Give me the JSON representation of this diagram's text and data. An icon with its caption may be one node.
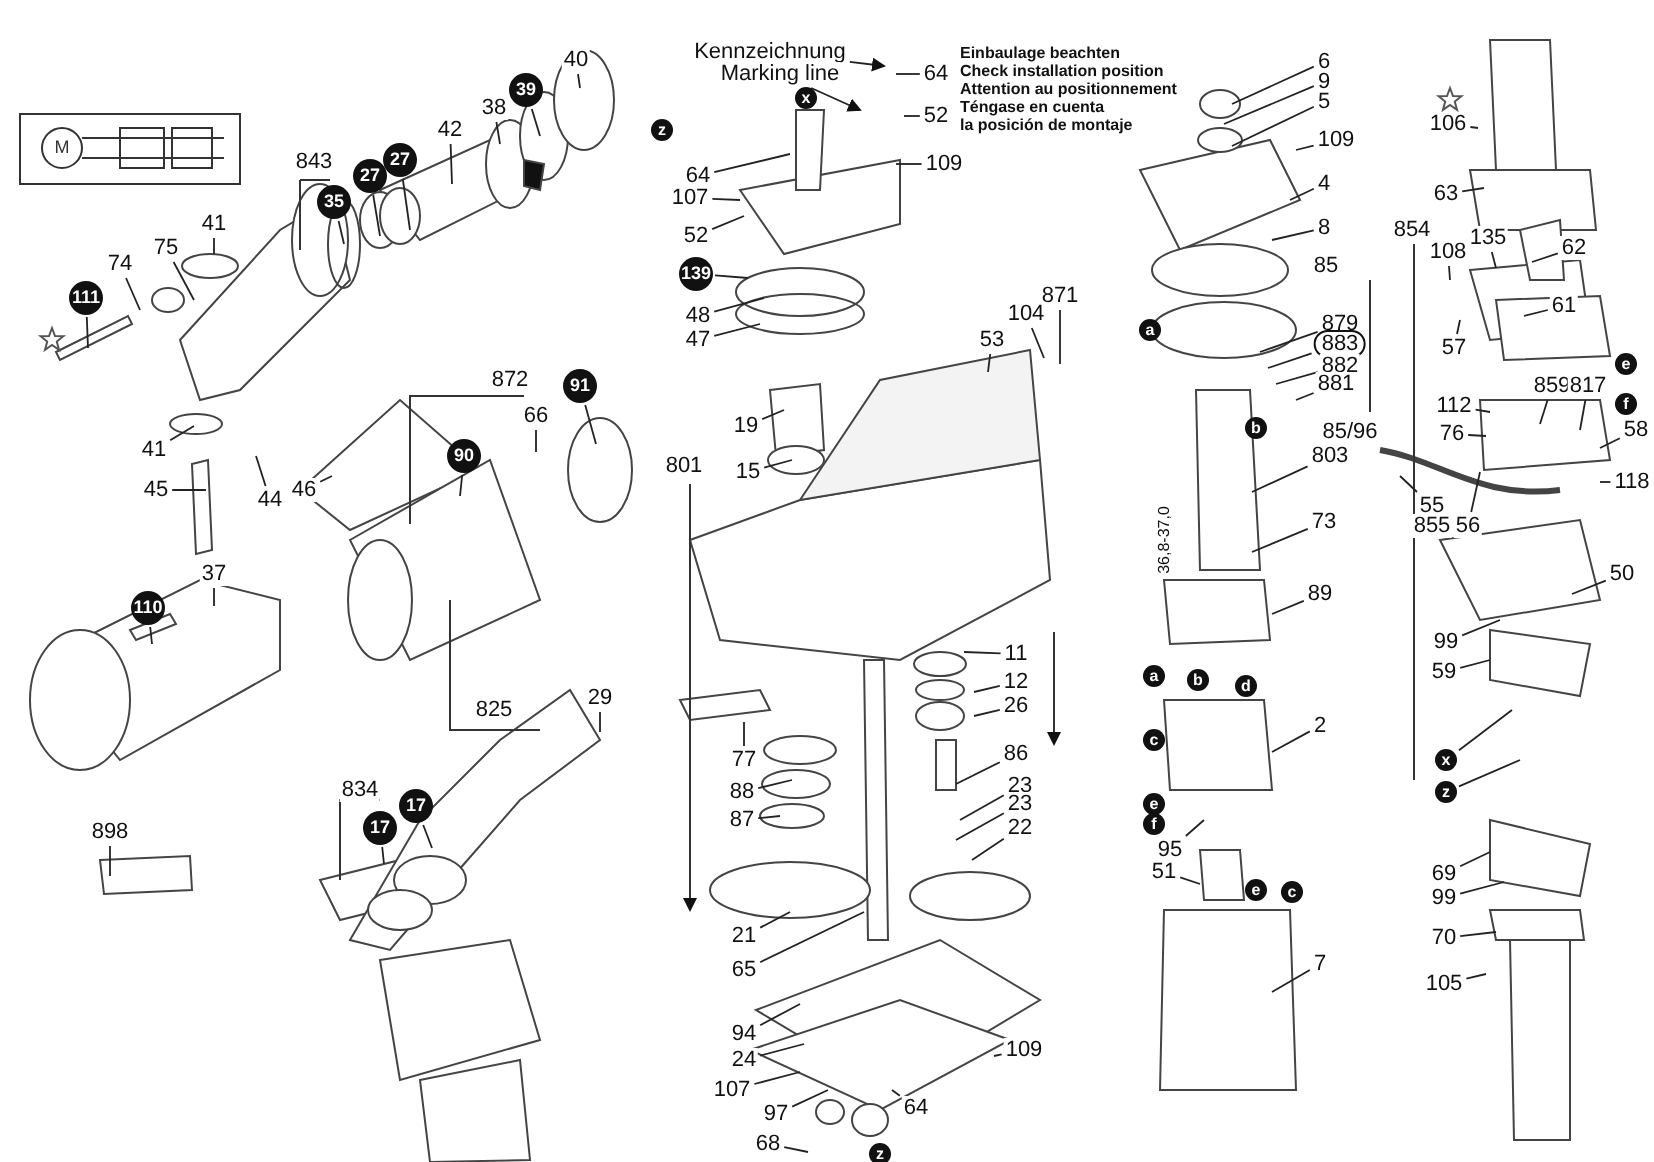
{
  "diagram": {
    "nodes": [
      {
        "text": [
          "843"
        ]
      },
      {
        "text": [
          "35"
        ]
      },
      {
        "text": [
          "27"
        ]
      },
      {
        "text": [
          "27"
        ]
      },
      {
        "text": [
          "42"
        ]
      },
      {
        "text": [
          "38"
        ]
      },
      {
        "text": [
          "39"
        ]
      },
      {
        "text": [
          "40"
        ]
      },
      {
        "text": [
          "z"
        ]
      },
      {
        "text": [
          "41"
        ]
      },
      {
        "text": [
          "74"
        ]
      },
      {
        "text": [
          "75"
        ]
      },
      {
        "text": [
          "111"
        ]
      },
      {
        "text": [
          "41"
        ]
      },
      {
        "text": [
          "45"
        ]
      },
      {
        "text": [
          "44"
        ]
      },
      {
        "text": [
          "46"
        ]
      },
      {
        "text": [
          "872"
        ]
      },
      {
        "text": [
          "66"
        ]
      },
      {
        "text": [
          "90"
        ]
      },
      {
        "text": [
          "91"
        ]
      },
      {
        "text": [
          "37"
        ]
      },
      {
        "text": [
          "64"
        ]
      },
      {
        "text": [
          "52"
        ]
      },
      {
        "text": [
          "x"
        ]
      },
      {
        "text": [
          "64"
        ]
      },
      {
        "text": [
          "107"
        ]
      },
      {
        "text": [
          "109"
        ]
      },
      {
        "text": [
          "52"
        ]
      },
      {
        "text": [
          "139"
        ]
      },
      {
        "text": [
          "48"
        ]
      },
      {
        "text": [
          "47"
        ]
      },
      {
        "text": [
          "871"
        ]
      },
      {
        "text": [
          "104"
        ]
      },
      {
        "text": [
          "53"
        ]
      },
      {
        "text": [
          "19"
        ]
      },
      {
        "text": [
          "15"
        ]
      },
      {
        "text": [
          "801"
        ]
      },
      {
        "text": [
          "6"
        ]
      },
      {
        "text": [
          "9"
        ]
      },
      {
        "text": [
          "5"
        ]
      },
      {
        "text": [
          "109"
        ]
      },
      {
        "text": [
          "4"
        ]
      },
      {
        "text": [
          "8"
        ]
      },
      {
        "text": [
          "85"
        ]
      },
      {
        "text": [
          "879"
        ]
      },
      {
        "text": [
          "883"
        ]
      },
      {
        "text": [
          "882"
        ]
      },
      {
        "text": [
          "881"
        ]
      },
      {
        "text": [
          "85/96"
        ]
      },
      {
        "text": [
          "803"
        ]
      },
      {
        "text": [
          "73"
        ]
      },
      {
        "text": [
          "89"
        ]
      },
      {
        "text": [
          "a"
        ]
      },
      {
        "text": [
          "b"
        ]
      },
      {
        "text": [
          "106"
        ]
      },
      {
        "text": [
          "63"
        ]
      },
      {
        "text": [
          "854"
        ]
      },
      {
        "text": [
          "108"
        ]
      },
      {
        "text": [
          "135"
        ]
      },
      {
        "text": [
          "62"
        ]
      },
      {
        "text": [
          "61"
        ]
      },
      {
        "text": [
          "57"
        ]
      },
      {
        "text": [
          "112"
        ]
      },
      {
        "text": [
          "76"
        ]
      },
      {
        "text": [
          "859"
        ]
      },
      {
        "text": [
          "817"
        ]
      },
      {
        "text": [
          "e"
        ]
      },
      {
        "text": [
          "f"
        ]
      },
      {
        "text": [
          "58"
        ]
      },
      {
        "text": [
          "118"
        ]
      },
      {
        "text": [
          "55"
        ]
      },
      {
        "text": [
          "855"
        ]
      },
      {
        "text": [
          "56"
        ]
      },
      {
        "text": [
          "50"
        ]
      },
      {
        "text": [
          "110"
        ]
      },
      {
        "text": [
          "825"
        ]
      },
      {
        "text": [
          "834"
        ]
      },
      {
        "text": [
          "17"
        ]
      },
      {
        "text": [
          "17"
        ]
      },
      {
        "text": [
          "898"
        ]
      },
      {
        "text": [
          "29"
        ]
      },
      {
        "text": [
          "11"
        ]
      },
      {
        "text": [
          "12"
        ]
      },
      {
        "text": [
          "26"
        ]
      },
      {
        "text": [
          "86"
        ]
      },
      {
        "text": [
          "77"
        ]
      },
      {
        "text": [
          "88"
        ]
      },
      {
        "text": [
          "87"
        ]
      },
      {
        "text": [
          "23"
        ]
      },
      {
        "text": [
          "23"
        ]
      },
      {
        "text": [
          "22"
        ]
      },
      {
        "text": [
          "21"
        ]
      },
      {
        "text": [
          "65"
        ]
      },
      {
        "text": [
          "94"
        ]
      },
      {
        "text": [
          "24"
        ]
      },
      {
        "text": [
          "107"
        ]
      },
      {
        "text": [
          "97"
        ]
      },
      {
        "text": [
          "68"
        ]
      },
      {
        "text": [
          "64"
        ]
      },
      {
        "text": [
          "z"
        ]
      },
      {
        "text": [
          "109"
        ]
      },
      {
        "text": [
          "a"
        ]
      },
      {
        "text": [
          "b"
        ]
      },
      {
        "text": [
          "d"
        ]
      },
      {
        "text": [
          "c"
        ]
      },
      {
        "text": [
          "2"
        ]
      },
      {
        "text": [
          "e"
        ]
      },
      {
        "text": [
          "f"
        ]
      },
      {
        "text": [
          "95"
        ]
      },
      {
        "text": [
          "51"
        ]
      },
      {
        "text": [
          "e"
        ]
      },
      {
        "text": [
          "c"
        ]
      },
      {
        "text": [
          "7"
        ]
      },
      {
        "text": [
          "99"
        ]
      },
      {
        "text": [
          "59"
        ]
      },
      {
        "text": [
          "x"
        ]
      },
      {
        "text": [
          "z"
        ]
      },
      {
        "text": [
          "69"
        ]
      },
      {
        "text": [
          "99"
        ]
      },
      {
        "text": [
          "70"
        ]
      },
      {
        "text": [
          "105"
        ]
      },
      {
        "text": [
          "Kennzeichnung"
        ]
      },
      {
        "text": [
          "Marking line"
        ]
      }
    ],
    "edges": [
      {
        "from": 1,
        "to": null,
        "arrow": "none"
      },
      {
        "from": 2,
        "to": null,
        "arrow": "none"
      },
      {
        "from": 3,
        "to": null,
        "arrow": "none"
      },
      {
        "from": 4,
        "to": null,
        "arrow": "none"
      },
      {
        "from": 5,
        "to": null,
        "arrow": "none"
      },
      {
        "from": 6,
        "to": null,
        "arrow": "none"
      },
      {
        "from": 7,
        "to": null,
        "arrow": "none"
      },
      {
        "from": 9,
        "to": null,
        "arrow": "none"
      },
      {
        "from": 10,
        "to": null,
        "arrow": "none"
      },
      {
        "from": 11,
        "to": null,
        "arrow": "none"
      },
      {
        "from": 12,
        "to": null,
        "arrow": "none"
      },
      {
        "from": 13,
        "to": null,
        "arrow": "none"
      },
      {
        "from": 14,
        "to": null,
        "arrow": "none"
      },
      {
        "from": 15,
        "to": null,
        "arrow": "none"
      },
      {
        "from": 16,
        "to": null,
        "arrow": "none"
      },
      {
        "from": 18,
        "to": null,
        "arrow": "none"
      },
      {
        "from": 19,
        "to": null,
        "arrow": "none"
      },
      {
        "from": 20,
        "to": null,
        "arrow": "none"
      },
      {
        "from": 21,
        "to": null,
        "arrow": "none"
      },
      {
        "from": 22,
        "to": null,
        "arrow": "none"
      },
      {
        "from": 23,
        "to": null,
        "arrow": "none"
      },
      {
        "from": 25,
        "to": null,
        "arrow": "none"
      },
      {
        "from": 26,
        "to": null,
        "arrow": "none"
      },
      {
        "from": 27,
        "to": null,
        "arrow": "none"
      },
      {
        "from": 28,
        "to": null,
        "arrow": "none"
      },
      {
        "from": 29,
        "to": null,
        "arrow": "none"
      },
      {
        "from": 30,
        "to": null,
        "arrow": "none"
      },
      {
        "from": 31,
        "to": null,
        "arrow": "none"
      },
      {
        "from": 32,
        "to": null,
        "arrow": "none"
      },
      {
        "from": 33,
        "to": null,
        "arrow": "none"
      },
      {
        "from": 34,
        "to": null,
        "arrow": "none"
      },
      {
        "from": 35,
        "to": null,
        "arrow": "none"
      },
      {
        "from": 36,
        "to": null,
        "arrow": "none"
      },
      {
        "from": 38,
        "to": null,
        "arrow": "none"
      },
      {
        "from": 39,
        "to": null,
        "arrow": "none"
      },
      {
        "from": 40,
        "to": null,
        "arrow": "none"
      },
      {
        "from": 41,
        "to": null,
        "arrow": "none"
      },
      {
        "from": 42,
        "to": null,
        "arrow": "none"
      },
      {
        "from": 43,
        "to": null,
        "arrow": "none"
      },
      {
        "from": 45,
        "to": null,
        "arrow": "none"
      },
      {
        "from": 46,
        "to": null,
        "arrow": "none"
      },
      {
        "from": 47,
        "to": null,
        "arrow": "none"
      },
      {
        "from": 48,
        "to": null,
        "arrow": "none"
      },
      {
        "from": 50,
        "to": null,
        "arrow": "none"
      },
      {
        "from": 51,
        "to": null,
        "arrow": "none"
      },
      {
        "from": 52,
        "to": null,
        "arrow": "none"
      },
      {
        "from": 55,
        "to": null,
        "arrow": "none"
      },
      {
        "from": 56,
        "to": null,
        "arrow": "none"
      },
      {
        "from": 58,
        "to": null,
        "arrow": "none"
      },
      {
        "from": 59,
        "to": null,
        "arrow": "none"
      },
      {
        "from": 60,
        "to": null,
        "arrow": "none"
      },
      {
        "from": 61,
        "to": null,
        "arrow": "none"
      },
      {
        "from": 62,
        "to": null,
        "arrow": "none"
      },
      {
        "from": 63,
        "to": null,
        "arrow": "none"
      },
      {
        "from": 64,
        "to": null,
        "arrow": "none"
      },
      {
        "from": 65,
        "to": null,
        "arrow": "none"
      },
      {
        "from": 66,
        "to": null,
        "arrow": "none"
      },
      {
        "from": 69,
        "to": null,
        "arrow": "none"
      },
      {
        "from": 70,
        "to": null,
        "arrow": "none"
      },
      {
        "from": 71,
        "to": null,
        "arrow": "none"
      },
      {
        "from": 73,
        "to": null,
        "arrow": "none"
      },
      {
        "from": 74,
        "to": null,
        "arrow": "none"
      },
      {
        "from": 75,
        "to": null,
        "arrow": "none"
      },
      {
        "from": 78,
        "to": null,
        "arrow": "none"
      },
      {
        "from": 79,
        "to": null,
        "arrow": "none"
      },
      {
        "from": 80,
        "to": null,
        "arrow": "none"
      },
      {
        "from": 81,
        "to": null,
        "arrow": "none"
      },
      {
        "from": 82,
        "to": null,
        "arrow": "none"
      },
      {
        "from": 83,
        "to": null,
        "arrow": "none"
      },
      {
        "from": 84,
        "to": null,
        "arrow": "none"
      },
      {
        "from": 85,
        "to": null,
        "arrow": "none"
      },
      {
        "from": 86,
        "to": null,
        "arrow": "none"
      },
      {
        "from": 87,
        "to": null,
        "arrow": "none"
      },
      {
        "from": 88,
        "to": null,
        "arrow": "none"
      },
      {
        "from": 89,
        "to": null,
        "arrow": "none"
      },
      {
        "from": 90,
        "to": null,
        "arrow": "none"
      },
      {
        "from": 91,
        "to": null,
        "arrow": "none"
      },
      {
        "from": 92,
        "to": null,
        "arrow": "none"
      },
      {
        "from": 93,
        "to": null,
        "arrow": "none"
      },
      {
        "from": 94,
        "to": null,
        "arrow": "none"
      },
      {
        "from": 95,
        "to": null,
        "arrow": "none"
      },
      {
        "from": 96,
        "to": null,
        "arrow": "none"
      },
      {
        "from": 97,
        "to": null,
        "arrow": "none"
      },
      {
        "from": 98,
        "to": null,
        "arrow": "none"
      },
      {
        "from": 99,
        "to": null,
        "arrow": "none"
      },
      {
        "from": 101,
        "to": null,
        "arrow": "none"
      },
      {
        "from": 106,
        "to": null,
        "arrow": "none"
      },
      {
        "from": 109,
        "to": null,
        "arrow": "none"
      },
      {
        "from": 110,
        "to": null,
        "arrow": "none"
      },
      {
        "from": 113,
        "to": null,
        "arrow": "none"
      },
      {
        "from": 114,
        "to": null,
        "arrow": "none"
      },
      {
        "from": 115,
        "to": null,
        "arrow": "none"
      },
      {
        "from": 116,
        "to": null,
        "arrow": "none"
      },
      {
        "from": 117,
        "to": null,
        "arrow": "none"
      },
      {
        "from": 118,
        "to": null,
        "arrow": "none"
      },
      {
        "from": 119,
        "to": null,
        "arrow": "none"
      },
      {
        "from": 120,
        "to": null,
        "arrow": "none"
      },
      {
        "from": 121,
        "to": null,
        "arrow": "none"
      },
      {
        "from": 122,
        "to": null,
        "arrow": "to"
      },
      {
        "from": 123,
        "to": null,
        "arrow": "to"
      }
    ],
    "labels": [
      "M",
      "Einbaulage beachten",
      "Check installation position",
      "Attention au positionnement",
      "Téngase en cuenta",
      "la posición de montaje",
      "36,8-37,0"
    ]
  }
}
